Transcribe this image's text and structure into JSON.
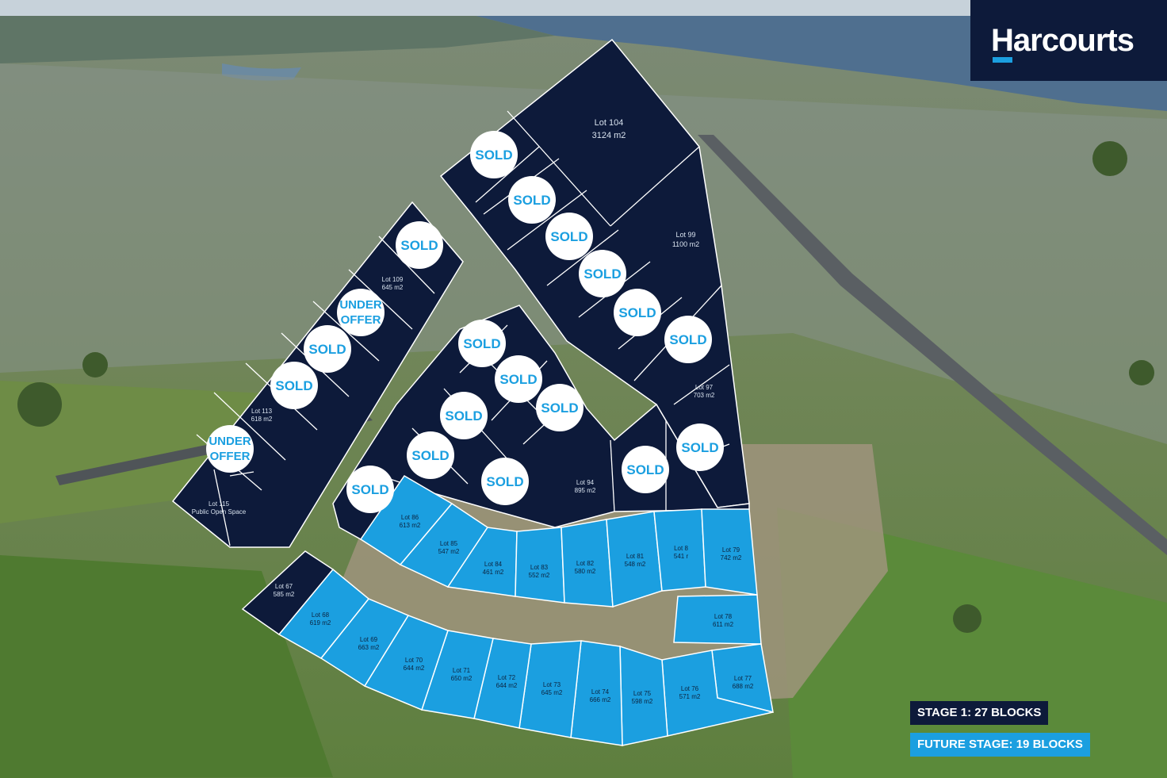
{
  "brand": {
    "name": "Harcourts",
    "accent": "#1b9fe0",
    "navy": "#0d1a3a"
  },
  "legend": {
    "stage1": "STAGE 1: 27 BLOCKS",
    "future": "FUTURE STAGE: 19 BLOCKS"
  },
  "status": {
    "sold": "SOLD",
    "under_offer_1": "UNDER",
    "under_offer_2": "OFFER"
  },
  "lots": {
    "l104": {
      "name": "Lot 104",
      "area": "3124 m2"
    },
    "l99": {
      "name": "Lot 99",
      "area": "1100 m2"
    },
    "l109": {
      "name": "Lot 109",
      "area": "645 m2"
    },
    "l113": {
      "name": "Lot 113",
      "area": "618 m2"
    },
    "l115": {
      "name": "Lot 115",
      "area": "Public Open Space"
    },
    "l97": {
      "name": "Lot 97",
      "area": "703 m2"
    },
    "l94": {
      "name": "Lot 94",
      "area": "895 m2"
    },
    "l86": {
      "name": "Lot 86",
      "area": "613 m2"
    },
    "l85": {
      "name": "Lot 85",
      "area": "547 m2"
    },
    "l84": {
      "name": "Lot 84",
      "area": "461 m2"
    },
    "l83": {
      "name": "Lot 83",
      "area": "552 m2"
    },
    "l82": {
      "name": "Lot 82",
      "area": "580 m2"
    },
    "l81": {
      "name": "Lot 81",
      "area": "548 m2"
    },
    "l80": {
      "name": "Lot 8",
      "area": "541 r"
    },
    "l79": {
      "name": "Lot 79",
      "area": "742 m2"
    },
    "l78": {
      "name": "Lot 78",
      "area": "611 m2"
    },
    "l77": {
      "name": "Lot 77",
      "area": "688 m2"
    },
    "l76": {
      "name": "Lot 76",
      "area": "571 m2"
    },
    "l75": {
      "name": "Lot 75",
      "area": "598 m2"
    },
    "l74": {
      "name": "Lot 74",
      "area": "666 m2"
    },
    "l73": {
      "name": "Lot 73",
      "area": "645 m2"
    },
    "l72": {
      "name": "Lot 72",
      "area": "644 m2"
    },
    "l71": {
      "name": "Lot 71",
      "area": "650 m2"
    },
    "l70": {
      "name": "Lot 70",
      "area": "644 m2"
    },
    "l69": {
      "name": "Lot 69",
      "area": "663 m2"
    },
    "l68": {
      "name": "Lot 68",
      "area": "619 m2"
    },
    "l67": {
      "name": "Lot 67",
      "area": "585 m2"
    }
  }
}
